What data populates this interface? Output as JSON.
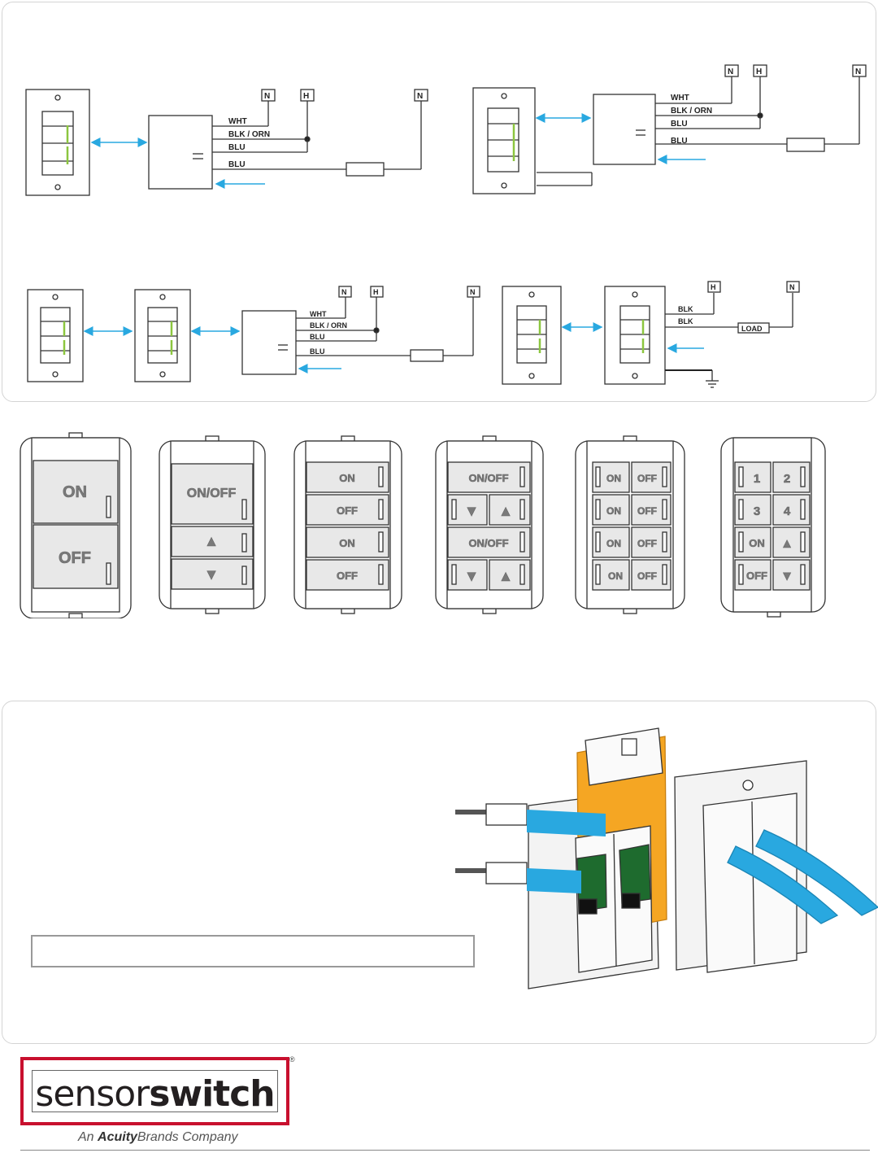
{
  "terminals": {
    "neutral": "N",
    "hot": "H"
  },
  "wires": {
    "white": "WHT",
    "black_orange": "BLK / ORN",
    "blue": "BLU",
    "black": "BLK",
    "load": "LOAD"
  },
  "keypads": {
    "k1": [
      "ON",
      "OFF"
    ],
    "k2": [
      "ON/OFF",
      "▲",
      "▼"
    ],
    "k3": [
      "ON",
      "OFF",
      "ON",
      "OFF"
    ],
    "k4": [
      "ON/OFF",
      "▼",
      "▲",
      "ON/OFF",
      "▼",
      "▲"
    ],
    "k5": [
      "ON",
      "OFF",
      "ON",
      "OFF",
      "ON",
      "OFF",
      "ON",
      "OFF"
    ],
    "k6": [
      "1",
      "2",
      "3",
      "4",
      "ON",
      "▲",
      "OFF",
      "▼"
    ]
  },
  "logo": {
    "brand_light": "sensor",
    "brand_bold": "switch",
    "registered": "®",
    "tagline_prefix": "An ",
    "tagline_brand": "Acuity",
    "tagline_suffix": "Brands Company"
  },
  "colors": {
    "accent_blue": "#29a8e0",
    "led_green": "#8cc63f",
    "highlight_orange": "#f5a623",
    "dark_green": "#1e6b2e",
    "logo_red": "#c8102e"
  }
}
